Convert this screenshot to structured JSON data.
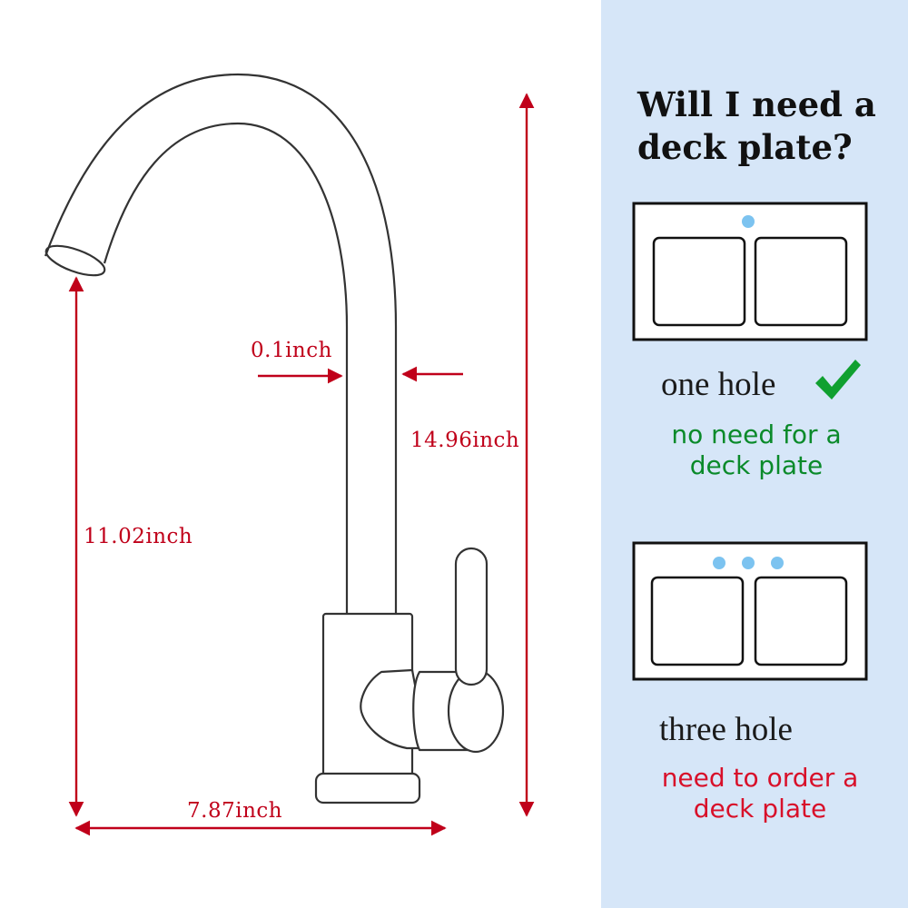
{
  "dimensions": {
    "pipe_thickness": "0.1inch",
    "total_height": "14.96inch",
    "spout_height": "11.02inch",
    "reach": "7.87inch"
  },
  "panel": {
    "title": "Will I need a deck plate?",
    "options": [
      {
        "label": "one hole",
        "holes": 1,
        "note_lines": [
          "no need for a",
          "deck plate"
        ],
        "note_color": "#0a8a2a",
        "mark": "checkmark-icon"
      },
      {
        "label": "three hole",
        "holes": 3,
        "note_lines": [
          "need to order a",
          "deck plate"
        ],
        "note_color": "#d8102a"
      }
    ]
  },
  "colors": {
    "dimension": "#c0001a",
    "panel_bg": "#d6e6f8",
    "hole_dot": "#7cc3f0",
    "check": "#10a030"
  }
}
